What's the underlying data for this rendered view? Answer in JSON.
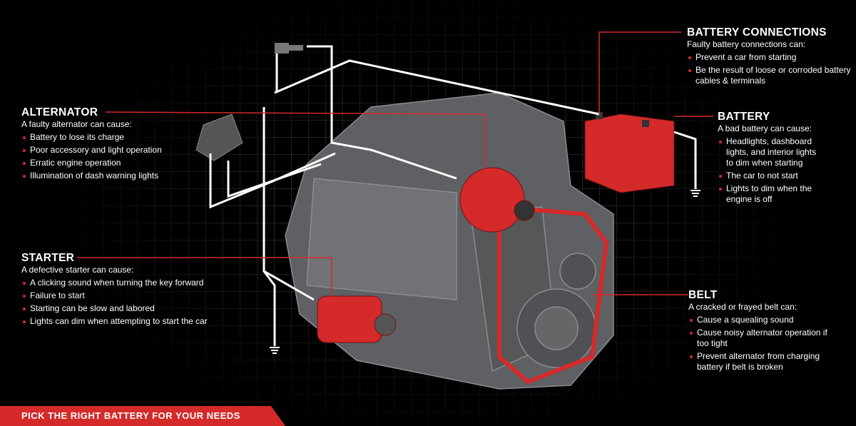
{
  "callouts": {
    "battery_connections": {
      "title": "BATTERY CONNECTIONS",
      "intro": "Faulty battery connections can:",
      "items": [
        "Prevent a car from starting",
        "Be the result of loose or corroded battery cables & terminals"
      ]
    },
    "battery": {
      "title": "BATTERY",
      "intro": "A bad battery can cause:",
      "items": [
        "Headlights, dashboard lights, and interior lights to dim when starting",
        "The car to not start",
        "Lights to dim when the engine is off"
      ]
    },
    "alternator": {
      "title": "ALTERNATOR",
      "intro": "A faulty alternator can cause:",
      "items": [
        "Battery to lose its charge",
        "Poor accessory and light operation",
        "Erratic engine operation",
        "Illumination of dash warning lights"
      ]
    },
    "starter": {
      "title": "STARTER",
      "intro": "A defective starter can cause:",
      "items": [
        "A clicking sound when turning the key forward",
        "Failure to start",
        "Starting can be slow and labored",
        "Lights can dim when attempting to start the car"
      ]
    },
    "belt": {
      "title": "BELT",
      "intro": "A cracked or frayed belt can:",
      "items": [
        "Cause a squealing sound",
        "Cause noisy alternator operation if too tight",
        "Prevent alternator from charging battery if belt is broken"
      ]
    }
  },
  "banner": "PICK THE RIGHT BATTERY FOR YOUR NEEDS",
  "colors": {
    "accent": "#d42a2a",
    "engine": "#6b6d70"
  }
}
